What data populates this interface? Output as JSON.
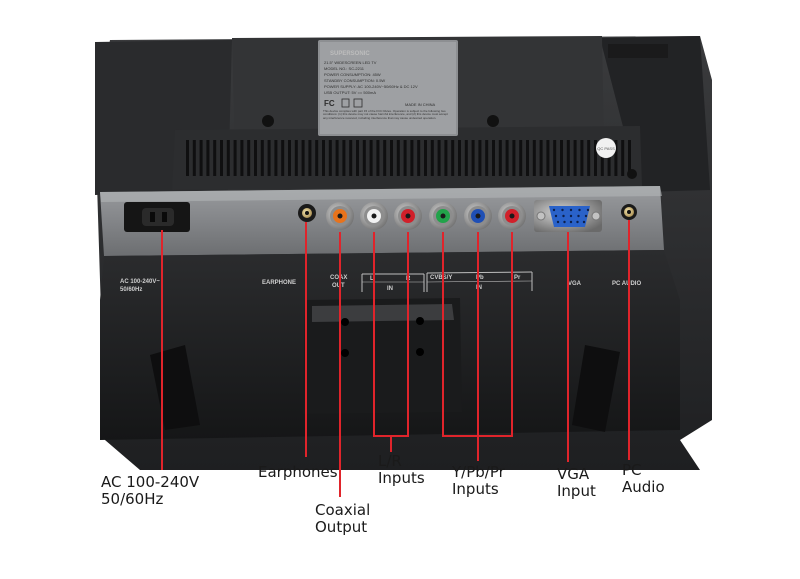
{
  "product_label": {
    "brand": "SUPERSONIC",
    "line1": "21.5\" WIDESCREEN LED TV",
    "line2": "MODEL NO.: SC-2211",
    "line3": "POWER CONSUMPTION: 45W",
    "line4": "STANDBY CONSUMPTION: 0.5W",
    "line5": "POWER SUPPLY: AC 100-240V~50/60Hz & DC 12V",
    "line6": "USB OUTPUT: 5V == 500mA",
    "made_in": "MADE IN CHINA",
    "fcc_note": "This device complies with part 15 of the FCC Rules. Operation is subject to the following two conditions: (1) this device may not cause harmful interference, and (2) this device must accept any interference received, including interference that may cause undesired operation."
  },
  "panel_labels": {
    "ac": "AC 100-240V~",
    "ac_hz": "50/60Hz",
    "earphone": "EARPHONE",
    "coax_1": "COAX",
    "coax_2": "OUT",
    "l": "L",
    "r": "R",
    "in_1": "IN",
    "cvbs": "CVBS/Y",
    "pb": "Pb",
    "pr": "Pr",
    "in_2": "IN",
    "vga": "VGA",
    "pc_audio": "PC AUDIO"
  },
  "sticker": "QC PASS",
  "callouts": {
    "ac": "AC 100-240V\n50/60Hz",
    "earphones": "Earphones",
    "coaxial": "Coaxial\nOutput",
    "lr": "L/R\nInputs",
    "ypbpr": "Y/Pb/Pr\nInputs",
    "vga": "VGA\nInput",
    "pc_audio": "PC\nAudio"
  },
  "colors": {
    "leader": "#e0242b",
    "rca_orange": "#e8731c",
    "rca_white": "#f2f2f2",
    "rca_red": "#d1202a",
    "rca_green": "#22a34a",
    "rca_blue": "#1f4fb5",
    "vga_blue": "#2a62c9"
  }
}
